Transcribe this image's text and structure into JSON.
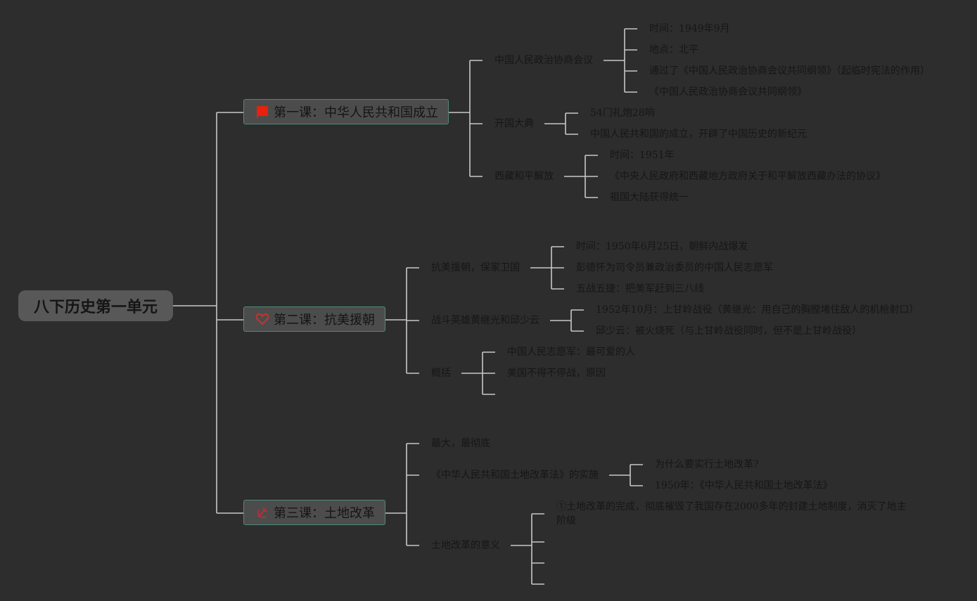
{
  "root": {
    "label": "八下历史第一单元"
  },
  "lessons": [
    {
      "label": "第一课：中华人民共和国成立",
      "icon": "red-flag-icon",
      "topics": [
        {
          "label": "中国人民政治协商会议",
          "items": [
            "时间：1949年9月",
            "地点：北平",
            "通过了《中国人民政治协商会议共同纲领》（起临时宪法的作用）",
            "《中国人民政治协商会议共同纲领》"
          ]
        },
        {
          "label": "开国大典",
          "items": [
            "54门礼炮28响",
            "中国人民共和国的成立，开辟了中国历史的新纪元"
          ]
        },
        {
          "label": "西藏和平解放",
          "items": [
            "时间：1951年",
            "《中央人民政府和西藏地方政府关于和平解放西藏办法的协议》",
            "祖国大陆获得统一"
          ]
        }
      ]
    },
    {
      "label": "第二课：抗美援朝",
      "icon": "heart-icon",
      "topics": [
        {
          "label": "抗美援朝，保家卫国",
          "items": [
            "时间：1950年6月25日，朝鲜内战爆发",
            "彭德怀为司令员兼政治委员的中国人民志愿军",
            "五战五捷：把美军赶到三八线"
          ]
        },
        {
          "label": "战斗英雄黄继光和邱少云",
          "items": [
            "1952年10月：上甘岭战役（黄继光：用自己的胸膛堵住敌人的机枪射口）",
            "邱少云：被火烧死（与上甘岭战役同时，但不是上甘岭战役）"
          ]
        },
        {
          "label": "概括",
          "items": [
            "中国人民志愿军：最可爱的人",
            "美国不得不停战，原因",
            ""
          ]
        }
      ]
    },
    {
      "label": "第三课：土地改革",
      "icon": "hammer-sickle-icon",
      "topics": [
        {
          "label": "最大，最彻底",
          "items": []
        },
        {
          "label": "《中华人民共和国土地改革法》的实施",
          "items": [
            "为什么要实行土地改革?",
            "1950年：《中华人民共和国土地改革法》"
          ]
        },
        {
          "label": "土地改革的意义",
          "items": [
            "①土地改革的完成，彻底摧毁了我国存在2000多年的封建土地制度，消灭了地主阶级",
            "",
            "",
            ""
          ]
        }
      ]
    }
  ],
  "colors": {
    "background": "#2d2d2d",
    "line": "#c8c8c8",
    "lesson_border": "#4e8a7a",
    "flag": "#e8200c",
    "heart": "#c8352f",
    "hammer": "#b5303a"
  }
}
